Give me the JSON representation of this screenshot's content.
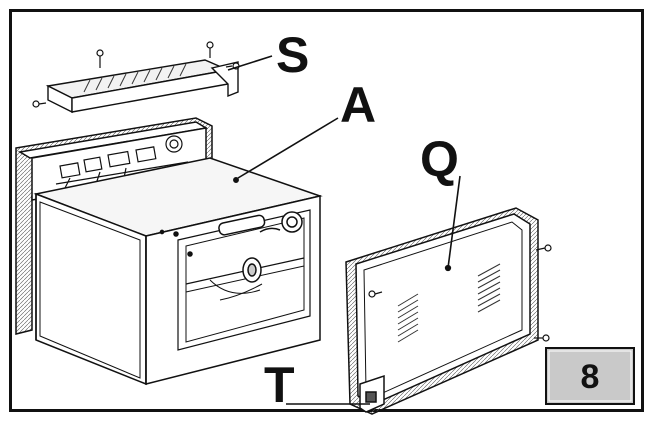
{
  "labels": {
    "s": "S",
    "a": "A",
    "q": "Q",
    "t": "T"
  },
  "badge": {
    "step": "8"
  },
  "colors": {
    "line": "#111111",
    "fill": "#ffffff",
    "shade": "#e4e4e4",
    "badge": "#c9c9c9"
  }
}
